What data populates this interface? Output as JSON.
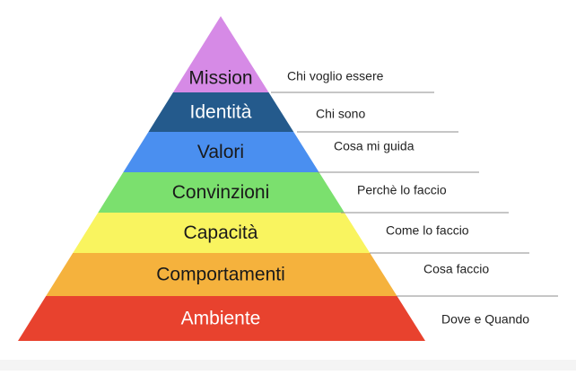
{
  "levels": [
    {
      "name": "Mission",
      "description": "Chi voglio essere",
      "color": "#d68ae6",
      "text_color": "#1a1a1a"
    },
    {
      "name": "Identità",
      "description": "Chi sono",
      "color": "#245a8c",
      "text_color": "#ffffff"
    },
    {
      "name": "Valori",
      "description": "Cosa mi guida",
      "color": "#4a8ff0",
      "text_color": "#1a1a1a"
    },
    {
      "name": "Convinzioni",
      "description": "Perchè lo faccio",
      "color": "#7be06e",
      "text_color": "#1a1a1a"
    },
    {
      "name": "Capacità",
      "description": "Come lo faccio",
      "color": "#f9f45f",
      "text_color": "#1a1a1a"
    },
    {
      "name": "Comportamenti",
      "description": "Cosa faccio",
      "color": "#f5b23d",
      "text_color": "#1a1a1a"
    },
    {
      "name": "Ambiente",
      "description": "Dove e Quando",
      "color": "#e8422e",
      "text_color": "#ffffff"
    }
  ]
}
